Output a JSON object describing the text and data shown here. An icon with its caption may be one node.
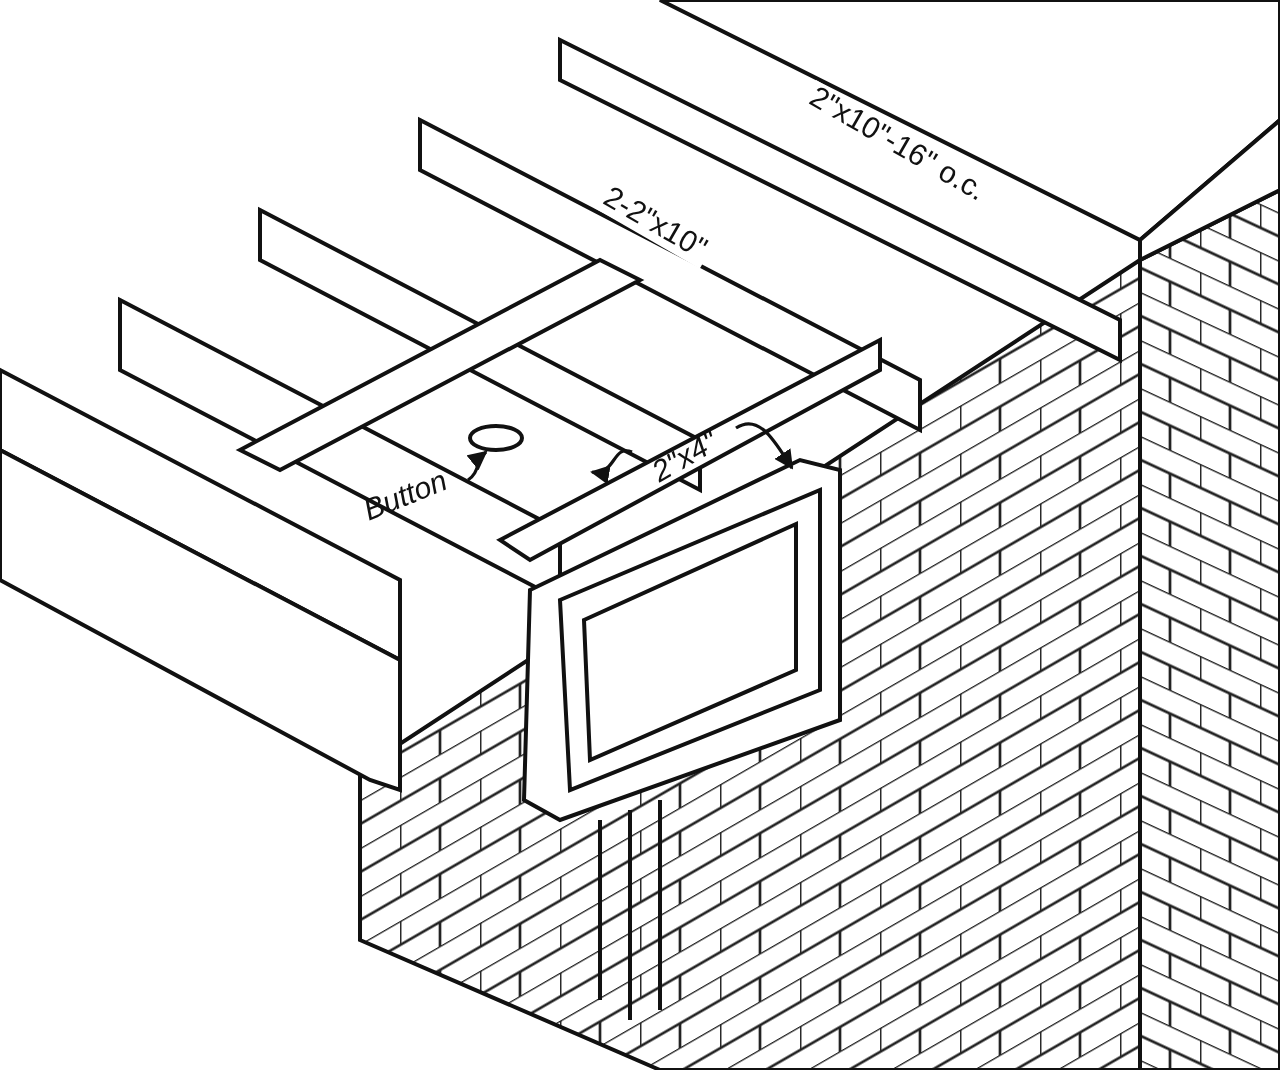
{
  "diagram": {
    "nodes": [
      {
        "text": [
          "Button"
        ]
      },
      {
        "text": [],
        "shape": "circle"
      },
      {
        "text": [
          "2\"x4\""
        ]
      }
    ],
    "edges": [
      {
        "from": 0,
        "to": 1,
        "arrow": "to"
      },
      {
        "from": 2,
        "to": null,
        "arrow": "to"
      },
      {
        "from": 2,
        "to": null,
        "arrow": "to"
      }
    ],
    "labels": [
      "2\"x10\"-16\" o.c.",
      "2-2\"x10\""
    ]
  }
}
